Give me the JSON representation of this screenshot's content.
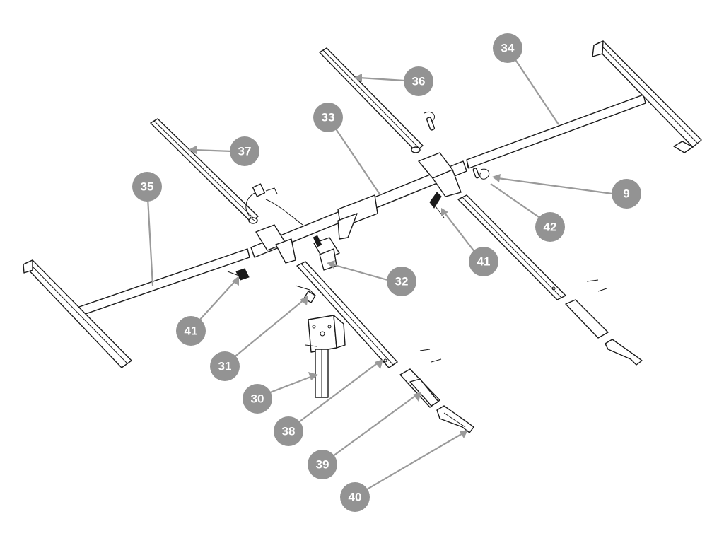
{
  "callouts": [
    {
      "id": "c34",
      "label": "34"
    },
    {
      "id": "c36",
      "label": "36"
    },
    {
      "id": "c33",
      "label": "33"
    },
    {
      "id": "c37",
      "label": "37"
    },
    {
      "id": "c35",
      "label": "35"
    },
    {
      "id": "c9",
      "label": "9"
    },
    {
      "id": "c42",
      "label": "42"
    },
    {
      "id": "c41a",
      "label": "41"
    },
    {
      "id": "c32",
      "label": "32"
    },
    {
      "id": "c41b",
      "label": "41"
    },
    {
      "id": "c31",
      "label": "31"
    },
    {
      "id": "c30",
      "label": "30"
    },
    {
      "id": "c38",
      "label": "38"
    },
    {
      "id": "c39",
      "label": "39"
    },
    {
      "id": "c40",
      "label": "40"
    }
  ],
  "colors": {
    "badge": "#939393",
    "leader": "#9a9a9a",
    "line_art": "#1a1a1a"
  }
}
